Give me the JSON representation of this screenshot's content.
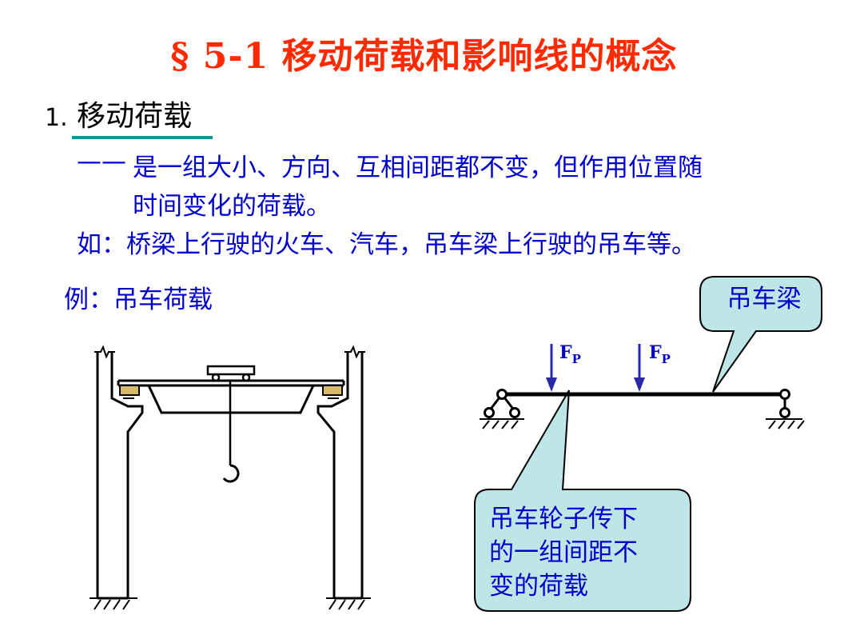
{
  "slide": {
    "title": "§ 5-1  移动荷载和影响线的概念",
    "title_color": "#ff2a00",
    "section_number": "1.",
    "section_title": "移动荷载",
    "definition_dash": "——",
    "definition_line1": "是一组大小、方向、互相间距都不变，但作用位置随",
    "definition_line2": "时间变化的荷载。",
    "examples": "如：桥梁上行驶的火车、汽车，吊车梁上行驶的吊车等。",
    "example_label": "例：吊车荷载",
    "text_color": "#0000cc"
  },
  "diagram": {
    "load_label": "F",
    "load_subscript": "P",
    "beam_callout": "吊车梁",
    "load_callout_lines": [
      "吊车轮子传下",
      "的一组间距不",
      "变的荷载"
    ],
    "callout_fill": "#bfe6e6"
  }
}
